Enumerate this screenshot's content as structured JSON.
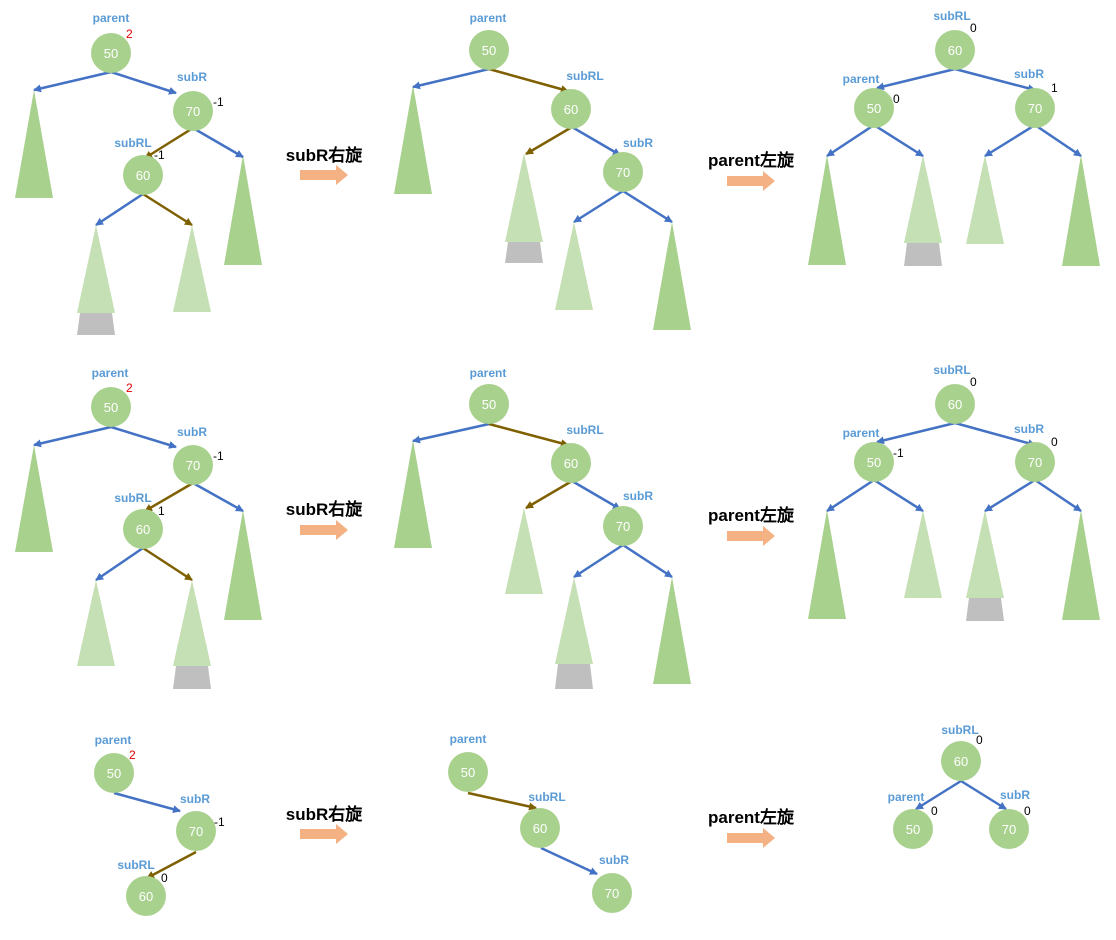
{
  "labels": {
    "parent": "parent",
    "subR": "subR",
    "subRL": "subRL"
  },
  "steps": {
    "right": "subR右旋",
    "left": "parent左旋"
  },
  "colors": {
    "node": "#a9d18e",
    "subtree_dark": "#a9d18e",
    "subtree_light": "#c5e0b4",
    "new_node": "#bfbfbf",
    "edge_blue": "#4472c4",
    "edge_brown": "#7f6000",
    "arrow": "#f4b183",
    "label": "#5b9bd5",
    "bf_red": "#e00000"
  },
  "values": {
    "n50": "50",
    "n60": "60",
    "n70": "70"
  },
  "balance_factors": {
    "r1_parent": "2",
    "r1_subR": "-1",
    "r1_subRL": "-1",
    "r1_after_subRL": "0",
    "r1_after_parent": "0",
    "r1_after_subR": "1",
    "r2_parent": "2",
    "r2_subR": "-1",
    "r2_subRL": "1",
    "r2_after_subRL": "0",
    "r2_after_parent": "-1",
    "r2_after_subR": "0",
    "r3_parent": "2",
    "r3_subR": "-1",
    "r3_subRL": "0",
    "r3_after_subRL": "0",
    "r3_after_parent": "0",
    "r3_after_subR": "0"
  }
}
